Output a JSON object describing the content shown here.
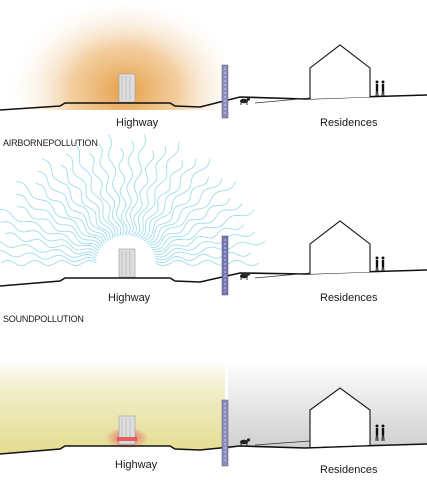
{
  "panels": [
    {
      "caption": "AIRBORNEPOLLUTION",
      "left_label": "Highway",
      "right_label": "Residences"
    },
    {
      "caption": "SOUNDPOLLUTION",
      "left_label": "Highway",
      "right_label": "Residences"
    },
    {
      "caption": "",
      "left_label": "Highway",
      "right_label": "Residences"
    }
  ],
  "colors": {
    "airborne": "#e39a3c",
    "sound": "#8fd6ea",
    "combined_haze": "#e8e29a",
    "combined_glow": "#e5494f",
    "ground": "#111111"
  },
  "icons": [
    "truck-icon",
    "noise-barrier-icon",
    "dog-icon",
    "house-icon",
    "people-icon"
  ]
}
